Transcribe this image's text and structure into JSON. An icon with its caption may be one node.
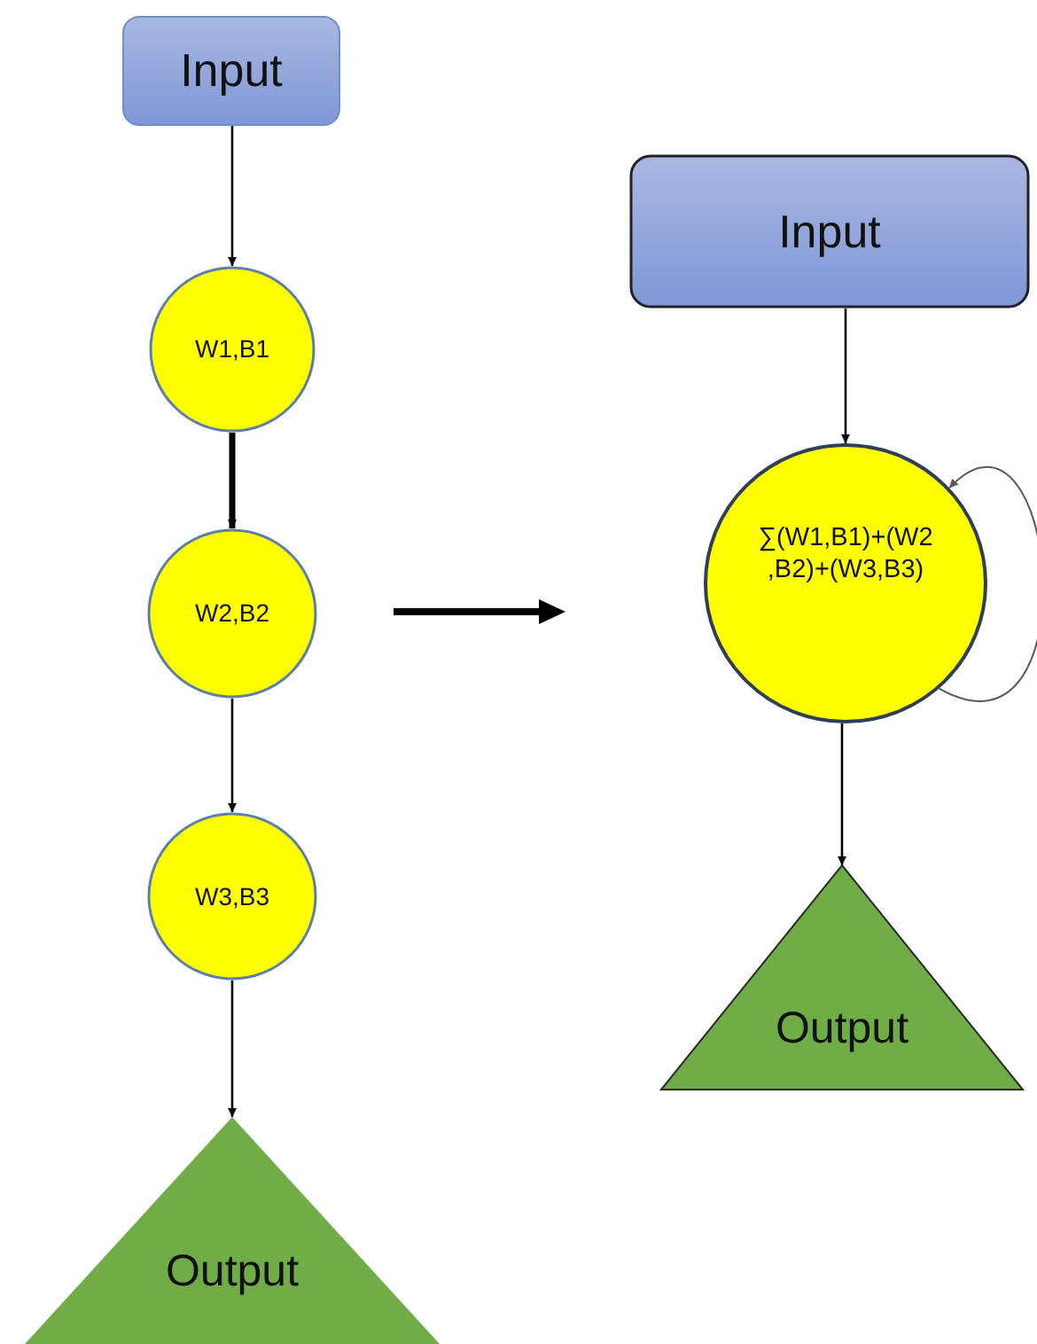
{
  "diagram": {
    "nodes": [
      {
        "text": [
          "Input"
        ]
      },
      {
        "text": [
          "W1,B1"
        ]
      },
      {
        "text": [
          "W2,B2"
        ]
      },
      {
        "text": [
          "W3,B3"
        ]
      },
      {
        "text": [
          "Output"
        ]
      },
      {
        "text": [
          "Input"
        ]
      },
      {
        "text": [
          "∑(W1,B1)+(W2 ,B2)+(W3,B3)"
        ]
      },
      {
        "text": [
          "Output"
        ]
      }
    ],
    "edges": [
      {
        "from": 0,
        "to": 1,
        "arrow": "to"
      },
      {
        "from": 1,
        "to": 2,
        "arrow": "to",
        "style": "thick"
      },
      {
        "from": 2,
        "to": 3,
        "arrow": "to"
      },
      {
        "from": 3,
        "to": 4,
        "arrow": "to"
      },
      {
        "from": 5,
        "to": 6,
        "arrow": "to"
      },
      {
        "from": 6,
        "to": 6,
        "arrow": "to",
        "color": "#595959"
      },
      {
        "from": 6,
        "to": 7,
        "arrow": "to"
      }
    ]
  }
}
